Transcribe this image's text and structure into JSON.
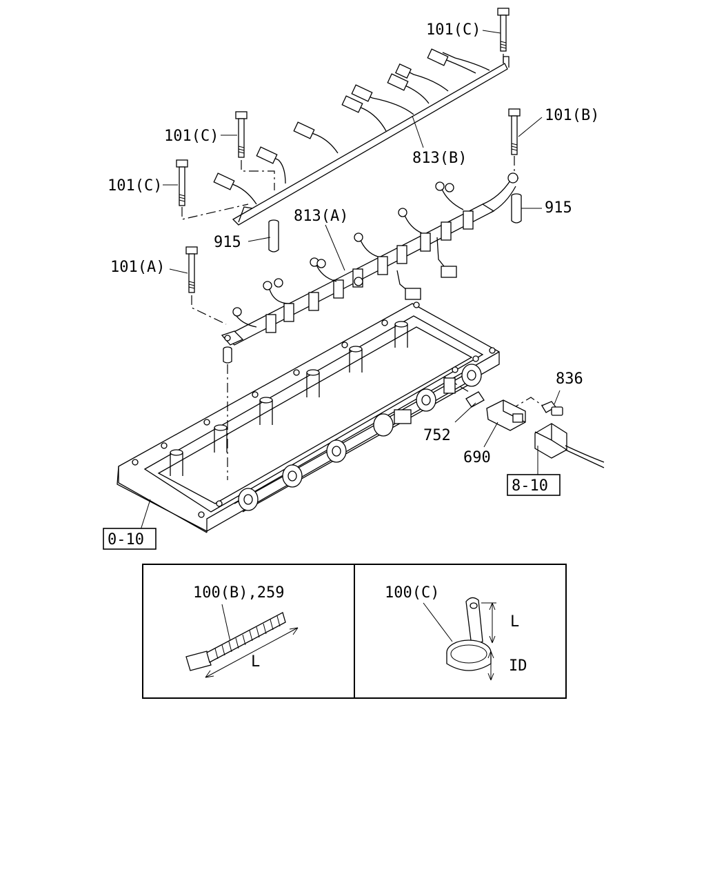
{
  "callouts": {
    "bolt_c_top": "101(C)",
    "bolt_c_mid": "101(C)",
    "bolt_c_left": "101(C)",
    "bolt_b": "101(B)",
    "bolt_a": "101(A)",
    "harness_b": "813(B)",
    "harness_a": "813(A)",
    "spacer_right": "915",
    "spacer_left": "915",
    "bolt_836": "836",
    "gasket_752": "752",
    "sensor_690": "690"
  },
  "reference_boxes": {
    "connector_ref": "8-10",
    "case_ref": "0-10"
  },
  "detail_panels": {
    "left": {
      "label": "100(B),259",
      "dimension": "L"
    },
    "right": {
      "label": "100(C)",
      "dimension_l": "L",
      "dimension_id": "ID"
    }
  }
}
